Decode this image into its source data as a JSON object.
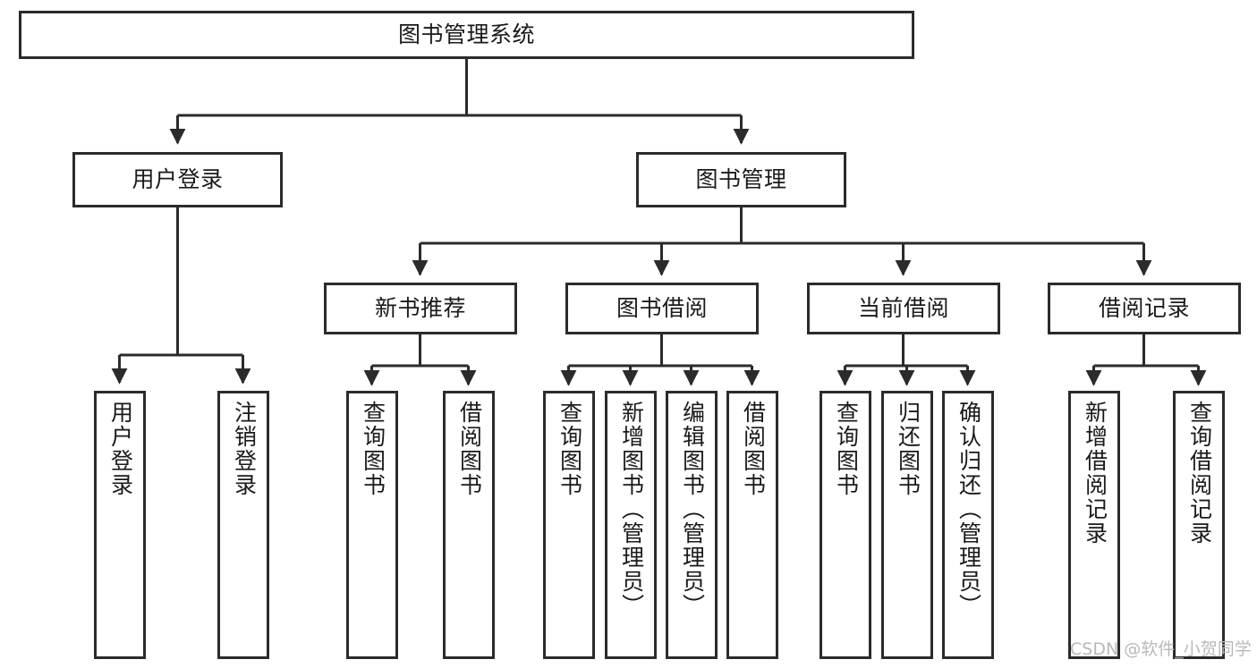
{
  "diagram": {
    "title": "图书管理系统",
    "type": "tree-hierarchy-diagram",
    "colors": {
      "box_border": "#2b2b2b",
      "box_fill": "#ffffff",
      "edge": "#2b2b2b",
      "text": "#1a1a1a",
      "watermark": "#b9b9b9"
    },
    "watermark": "CSDN @软件_小贺同学",
    "nodes": {
      "root": {
        "label": "图书管理系统"
      },
      "level2": [
        {
          "label": "用户登录"
        },
        {
          "label": "图书管理"
        }
      ],
      "level3": [
        {
          "label": "新书推荐"
        },
        {
          "label": "图书借阅"
        },
        {
          "label": "当前借阅"
        },
        {
          "label": "借阅记录"
        }
      ],
      "leaves_user_login": [
        {
          "label": "用户登录"
        },
        {
          "label": "注销登录"
        }
      ],
      "leaves_new_books": [
        {
          "label": "查询图书"
        },
        {
          "label": "借阅图书"
        }
      ],
      "leaves_borrow": [
        {
          "label": "查询图书"
        },
        {
          "label": "新增图书（管理员）"
        },
        {
          "label": "编辑图书（管理员）"
        },
        {
          "label": "借阅图书"
        }
      ],
      "leaves_current": [
        {
          "label": "查询图书"
        },
        {
          "label": "归还图书"
        },
        {
          "label": "确认归还（管理员）"
        }
      ],
      "leaves_records": [
        {
          "label": "新增借阅记录"
        },
        {
          "label": "查询借阅记录"
        }
      ]
    }
  }
}
